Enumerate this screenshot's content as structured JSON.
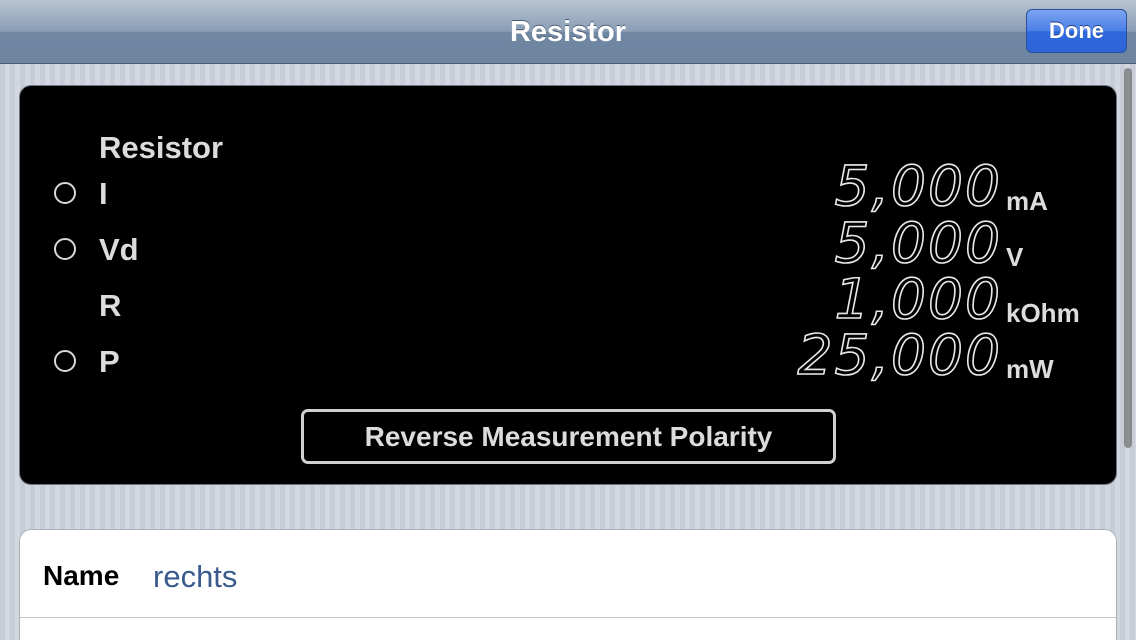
{
  "navbar": {
    "title": "Resistor",
    "done_label": "Done"
  },
  "meter": {
    "device_type": "Resistor",
    "rows": [
      {
        "label": "I",
        "value": "5,000",
        "unit": "mA",
        "selectable": true
      },
      {
        "label": "Vd",
        "value": "5,000",
        "unit": "V",
        "selectable": true
      },
      {
        "label": "R",
        "value": "1,000",
        "unit": "kOhm",
        "selectable": false
      },
      {
        "label": "P",
        "value": "25,000",
        "unit": "mW",
        "selectable": true
      }
    ],
    "reverse_button_label": "Reverse Measurement Polarity"
  },
  "form": {
    "name_label": "Name",
    "name_value": "rechts"
  },
  "icons": {
    "radio": "radio-unselected-icon"
  },
  "colors": {
    "accent": "#2f69de",
    "display_background": "#000000",
    "display_text": "#dcdcdc",
    "name_value": "#3a5a8c"
  }
}
